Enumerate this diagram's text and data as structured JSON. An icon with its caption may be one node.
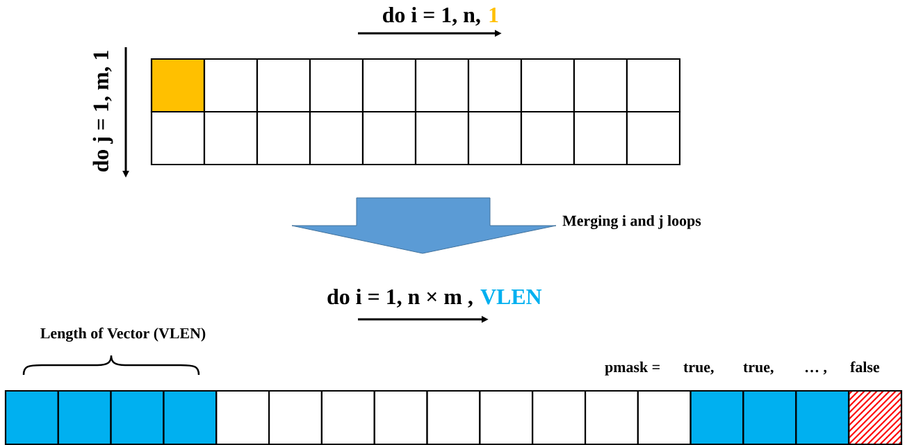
{
  "diagram": {
    "labels": [
      "do i = 1, n,",
      "1",
      "do j = 1, m, 1",
      "Merging i and j loops",
      "do i = 1, n × m ,",
      "VLEN",
      "Length of Vector (VLEN)",
      "pmask =",
      "true,",
      "true,",
      "… ,",
      "false"
    ]
  }
}
